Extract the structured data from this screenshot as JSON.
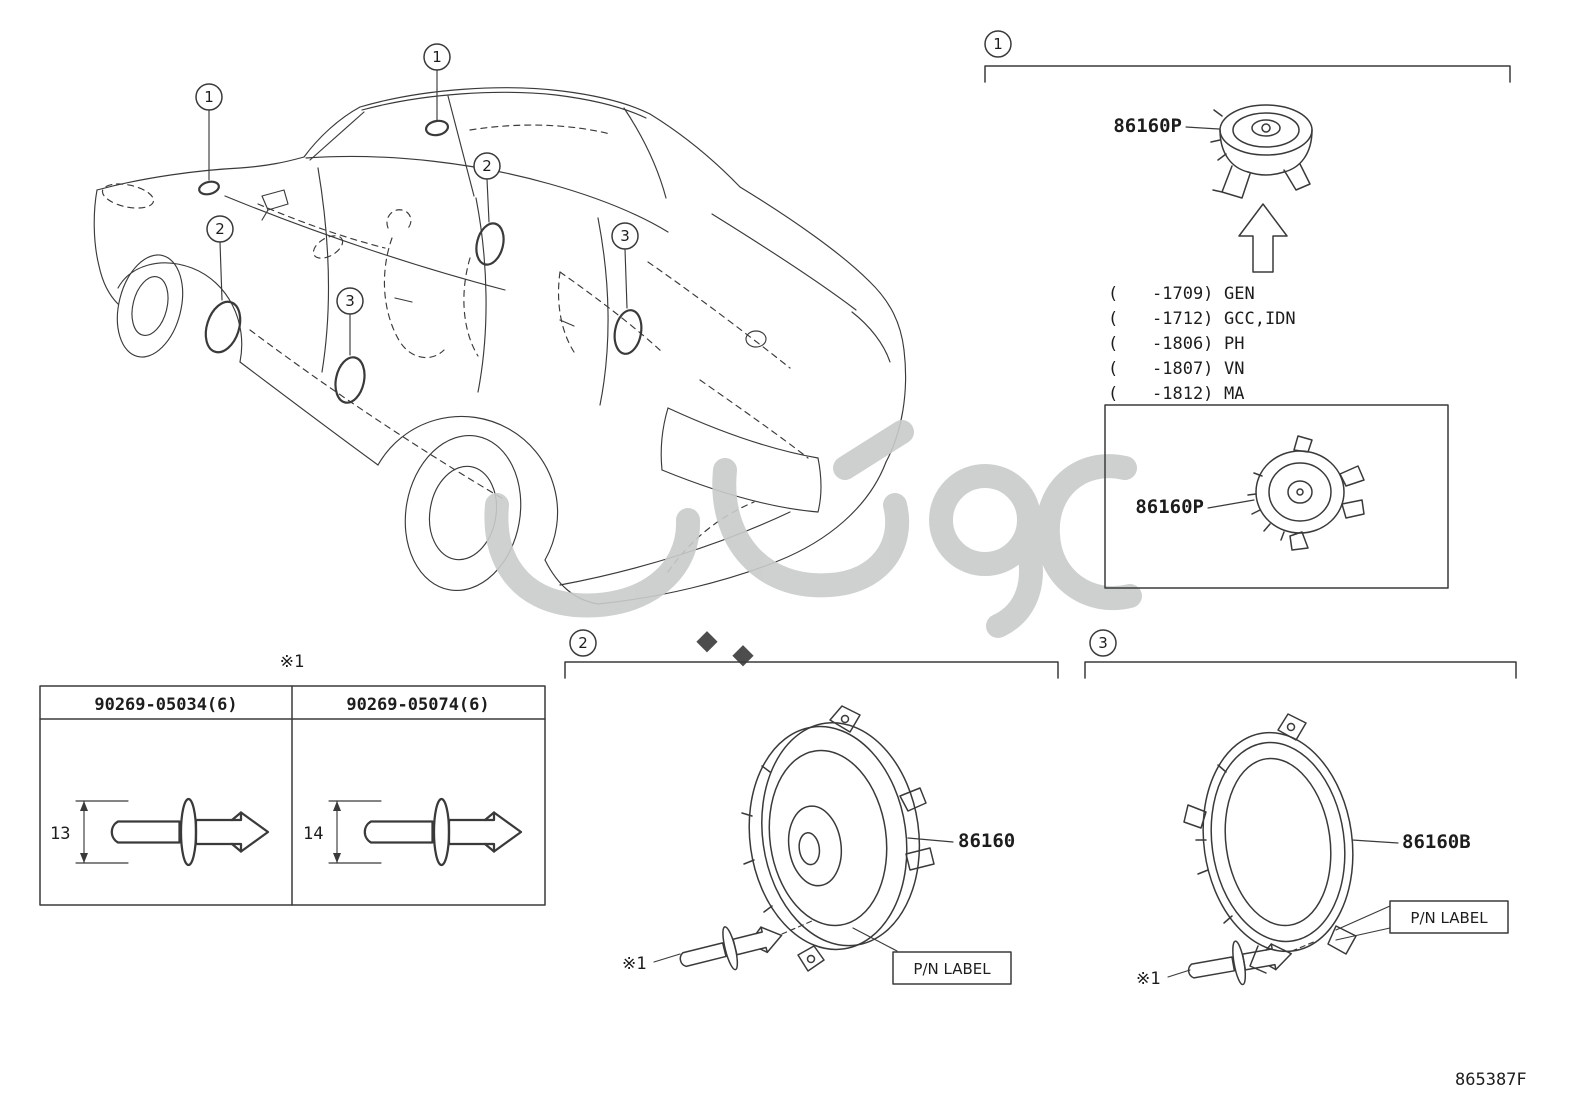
{
  "page": {
    "doc_code": "865387F",
    "background": "#ffffff",
    "line_color": "#3a3a3a",
    "watermark_color": "#c9cccb"
  },
  "callouts": {
    "one": "1",
    "two": "2",
    "three": "3"
  },
  "note_marker": "※1",
  "section_tweeter": {
    "callout": "1",
    "label_main": "86160P",
    "label_boxed": "86160P",
    "date_codes": [
      {
        "open": "(",
        "code": "-1709)",
        "market": "GEN"
      },
      {
        "open": "(",
        "code": "-1712)",
        "market": "GCC,IDN"
      },
      {
        "open": "(",
        "code": "-1806)",
        "market": "PH"
      },
      {
        "open": "(",
        "code": "-1807)",
        "market": "VN"
      },
      {
        "open": "(",
        "code": "-1812)",
        "market": "MA"
      }
    ]
  },
  "rivet_table": {
    "note": "※1",
    "columns": [
      {
        "part_number": "90269-05034(6)",
        "dimension": "13"
      },
      {
        "part_number": "90269-05074(6)",
        "dimension": "14"
      }
    ]
  },
  "section_front_door": {
    "callout": "2",
    "part_label": "86160",
    "pn_label": "P/N LABEL"
  },
  "section_rear_door": {
    "callout": "3",
    "part_label": "86160B",
    "pn_label": "P/N LABEL"
  }
}
